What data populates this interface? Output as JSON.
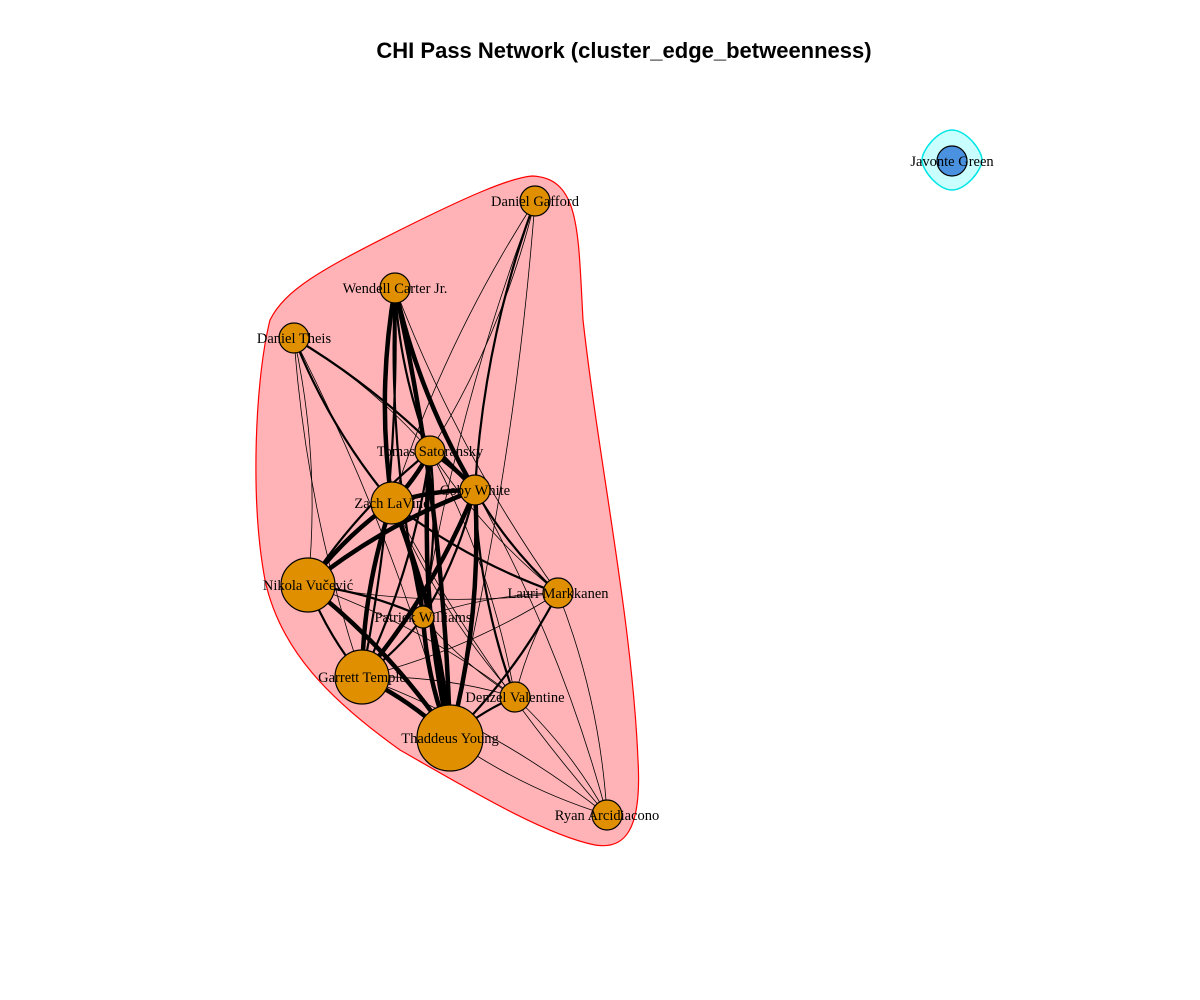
{
  "title": "CHI Pass Network (cluster_edge_betweenness)",
  "colors": {
    "cluster_main_fill": "#ffb3b7",
    "cluster_main_stroke": "#ff0000",
    "cluster_small_fill": "#c9ffff",
    "cluster_small_stroke": "#00e5e5",
    "node_main": "#e08f00",
    "node_small": "#4a92e0",
    "edge": "#000000"
  },
  "clusters": [
    {
      "id": "cluster-1",
      "members": [
        "daniel-gafford",
        "wendell-carter",
        "daniel-theis",
        "tomas-satoransky",
        "zach-lavine",
        "coby-white",
        "nikola-vucevic",
        "lauri-markkanen",
        "patrick-williams",
        "garrett-temple",
        "donzel-valentine",
        "thaddeus-young",
        "ryan-arcidiacono"
      ]
    },
    {
      "id": "cluster-2",
      "members": [
        "javonte-green"
      ]
    }
  ],
  "nodes": [
    {
      "id": "daniel-gafford",
      "label": "Daniel Gafford",
      "cluster": 1,
      "size": "small"
    },
    {
      "id": "wendell-carter",
      "label": "Wendell Carter Jr.",
      "cluster": 1,
      "size": "small"
    },
    {
      "id": "daniel-theis",
      "label": "Daniel Theis",
      "cluster": 1,
      "size": "small"
    },
    {
      "id": "tomas-satoransky",
      "label": "Tomas Satoransky",
      "cluster": 1,
      "size": "small"
    },
    {
      "id": "zach-lavine",
      "label": "Zach LaVine",
      "cluster": 1,
      "size": "medium"
    },
    {
      "id": "coby-white",
      "label": "Coby White",
      "cluster": 1,
      "size": "small"
    },
    {
      "id": "nikola-vucevic",
      "label": "Nikola Vučević",
      "cluster": 1,
      "size": "large"
    },
    {
      "id": "lauri-markkanen",
      "label": "Lauri Markkanen",
      "cluster": 1,
      "size": "small"
    },
    {
      "id": "patrick-williams",
      "label": "Patrick Williams",
      "cluster": 1,
      "size": "tiny"
    },
    {
      "id": "garrett-temple",
      "label": "Garrett Temple",
      "cluster": 1,
      "size": "large"
    },
    {
      "id": "donzel-valentine",
      "label": "Denzel Valentine",
      "cluster": 1,
      "size": "small"
    },
    {
      "id": "thaddeus-young",
      "label": "Thaddeus Young",
      "cluster": 1,
      "size": "xlarge"
    },
    {
      "id": "ryan-arcidiacono",
      "label": "Ryan Arcidiacono",
      "cluster": 1,
      "size": "small"
    },
    {
      "id": "javonte-green",
      "label": "Javonte Green",
      "cluster": 2,
      "size": "small"
    }
  ],
  "edges": [
    {
      "a": "zach-lavine",
      "b": "coby-white",
      "w": "heavy"
    },
    {
      "a": "zach-lavine",
      "b": "nikola-vucevic",
      "w": "heavy"
    },
    {
      "a": "zach-lavine",
      "b": "thaddeus-young",
      "w": "heavy"
    },
    {
      "a": "zach-lavine",
      "b": "tomas-satoransky",
      "w": "heavy"
    },
    {
      "a": "zach-lavine",
      "b": "wendell-carter",
      "w": "heavy"
    },
    {
      "a": "zach-lavine",
      "b": "garrett-temple",
      "w": "heavy"
    },
    {
      "a": "zach-lavine",
      "b": "patrick-williams",
      "w": "heavy"
    },
    {
      "a": "zach-lavine",
      "b": "lauri-markkanen",
      "w": "medium"
    },
    {
      "a": "zach-lavine",
      "b": "daniel-theis",
      "w": "medium"
    },
    {
      "a": "zach-lavine",
      "b": "donzel-valentine",
      "w": "light"
    },
    {
      "a": "zach-lavine",
      "b": "daniel-gafford",
      "w": "light"
    },
    {
      "a": "zach-lavine",
      "b": "ryan-arcidiacono",
      "w": "light"
    },
    {
      "a": "coby-white",
      "b": "thaddeus-young",
      "w": "heavy"
    },
    {
      "a": "coby-white",
      "b": "nikola-vucevic",
      "w": "heavy"
    },
    {
      "a": "coby-white",
      "b": "wendell-carter",
      "w": "heavy"
    },
    {
      "a": "coby-white",
      "b": "tomas-satoransky",
      "w": "heavy"
    },
    {
      "a": "coby-white",
      "b": "garrett-temple",
      "w": "heavy"
    },
    {
      "a": "coby-white",
      "b": "lauri-markkanen",
      "w": "medium"
    },
    {
      "a": "coby-white",
      "b": "patrick-williams",
      "w": "medium"
    },
    {
      "a": "coby-white",
      "b": "donzel-valentine",
      "w": "medium"
    },
    {
      "a": "coby-white",
      "b": "daniel-gafford",
      "w": "medium"
    },
    {
      "a": "coby-white",
      "b": "daniel-theis",
      "w": "medium"
    },
    {
      "a": "coby-white",
      "b": "ryan-arcidiacono",
      "w": "light"
    },
    {
      "a": "tomas-satoransky",
      "b": "thaddeus-young",
      "w": "heavy"
    },
    {
      "a": "tomas-satoransky",
      "b": "wendell-carter",
      "w": "medium"
    },
    {
      "a": "tomas-satoransky",
      "b": "nikola-vucevic",
      "w": "medium"
    },
    {
      "a": "tomas-satoransky",
      "b": "garrett-temple",
      "w": "medium"
    },
    {
      "a": "tomas-satoransky",
      "b": "daniel-theis",
      "w": "light"
    },
    {
      "a": "tomas-satoransky",
      "b": "patrick-williams",
      "w": "medium"
    },
    {
      "a": "tomas-satoransky",
      "b": "lauri-markkanen",
      "w": "light"
    },
    {
      "a": "tomas-satoransky",
      "b": "donzel-valentine",
      "w": "light"
    },
    {
      "a": "tomas-satoransky",
      "b": "daniel-gafford",
      "w": "light"
    },
    {
      "a": "wendell-carter",
      "b": "thaddeus-young",
      "w": "heavy"
    },
    {
      "a": "wendell-carter",
      "b": "patrick-williams",
      "w": "medium"
    },
    {
      "a": "wendell-carter",
      "b": "garrett-temple",
      "w": "medium"
    },
    {
      "a": "wendell-carter",
      "b": "lauri-markkanen",
      "w": "light"
    },
    {
      "a": "nikola-vucevic",
      "b": "thaddeus-young",
      "w": "heavy"
    },
    {
      "a": "nikola-vucevic",
      "b": "garrett-temple",
      "w": "medium"
    },
    {
      "a": "nikola-vucevic",
      "b": "patrick-williams",
      "w": "medium"
    },
    {
      "a": "nikola-vucevic",
      "b": "lauri-markkanen",
      "w": "light"
    },
    {
      "a": "nikola-vucevic",
      "b": "donzel-valentine",
      "w": "light"
    },
    {
      "a": "nikola-vucevic",
      "b": "daniel-theis",
      "w": "light"
    },
    {
      "a": "garrett-temple",
      "b": "thaddeus-young",
      "w": "heavy"
    },
    {
      "a": "garrett-temple",
      "b": "patrick-williams",
      "w": "medium"
    },
    {
      "a": "garrett-temple",
      "b": "donzel-valentine",
      "w": "light"
    },
    {
      "a": "garrett-temple",
      "b": "lauri-markkanen",
      "w": "light"
    },
    {
      "a": "garrett-temple",
      "b": "ryan-arcidiacono",
      "w": "light"
    },
    {
      "a": "patrick-williams",
      "b": "thaddeus-young",
      "w": "heavy"
    },
    {
      "a": "patrick-williams",
      "b": "lauri-markkanen",
      "w": "light"
    },
    {
      "a": "patrick-williams",
      "b": "donzel-valentine",
      "w": "light"
    },
    {
      "a": "lauri-markkanen",
      "b": "thaddeus-young",
      "w": "medium"
    },
    {
      "a": "lauri-markkanen",
      "b": "donzel-valentine",
      "w": "light"
    },
    {
      "a": "lauri-markkanen",
      "b": "ryan-arcidiacono",
      "w": "light"
    },
    {
      "a": "donzel-valentine",
      "b": "thaddeus-young",
      "w": "medium"
    },
    {
      "a": "donzel-valentine",
      "b": "ryan-arcidiacono",
      "w": "light"
    },
    {
      "a": "thaddeus-young",
      "b": "ryan-arcidiacono",
      "w": "light"
    },
    {
      "a": "daniel-gafford",
      "b": "thaddeus-young",
      "w": "light"
    },
    {
      "a": "daniel-gafford",
      "b": "patrick-williams",
      "w": "light"
    },
    {
      "a": "daniel-theis",
      "b": "thaddeus-young",
      "w": "light"
    },
    {
      "a": "daniel-theis",
      "b": "garrett-temple",
      "w": "light"
    }
  ]
}
